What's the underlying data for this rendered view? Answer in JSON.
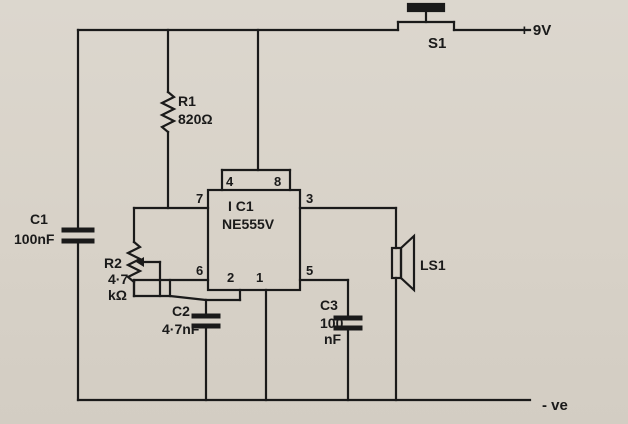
{
  "components": {
    "supply": "+ 9V",
    "ground": "- ve",
    "switch": "S1",
    "r1": {
      "ref": "R1",
      "value": "820Ω"
    },
    "c1": {
      "ref": "C1",
      "value": "100nF"
    },
    "r2": {
      "ref": "R2",
      "value_line1": "4·7",
      "value_line2": "kΩ"
    },
    "c2": {
      "ref": "C2",
      "value": "4·7nF"
    },
    "c3": {
      "ref": "C3",
      "value_line1": "100",
      "value_line2": "nF"
    },
    "ic": {
      "ref": "I C1",
      "part": "NE555V"
    },
    "speaker": "LS1"
  },
  "pins": {
    "p4": "4",
    "p8": "8",
    "p7": "7",
    "p3": "3",
    "p6": "6",
    "p5": "5",
    "p2": "2",
    "p1": "1"
  },
  "colors": {
    "ink": "#1a1a1a",
    "paper": "#d9d4cb"
  }
}
